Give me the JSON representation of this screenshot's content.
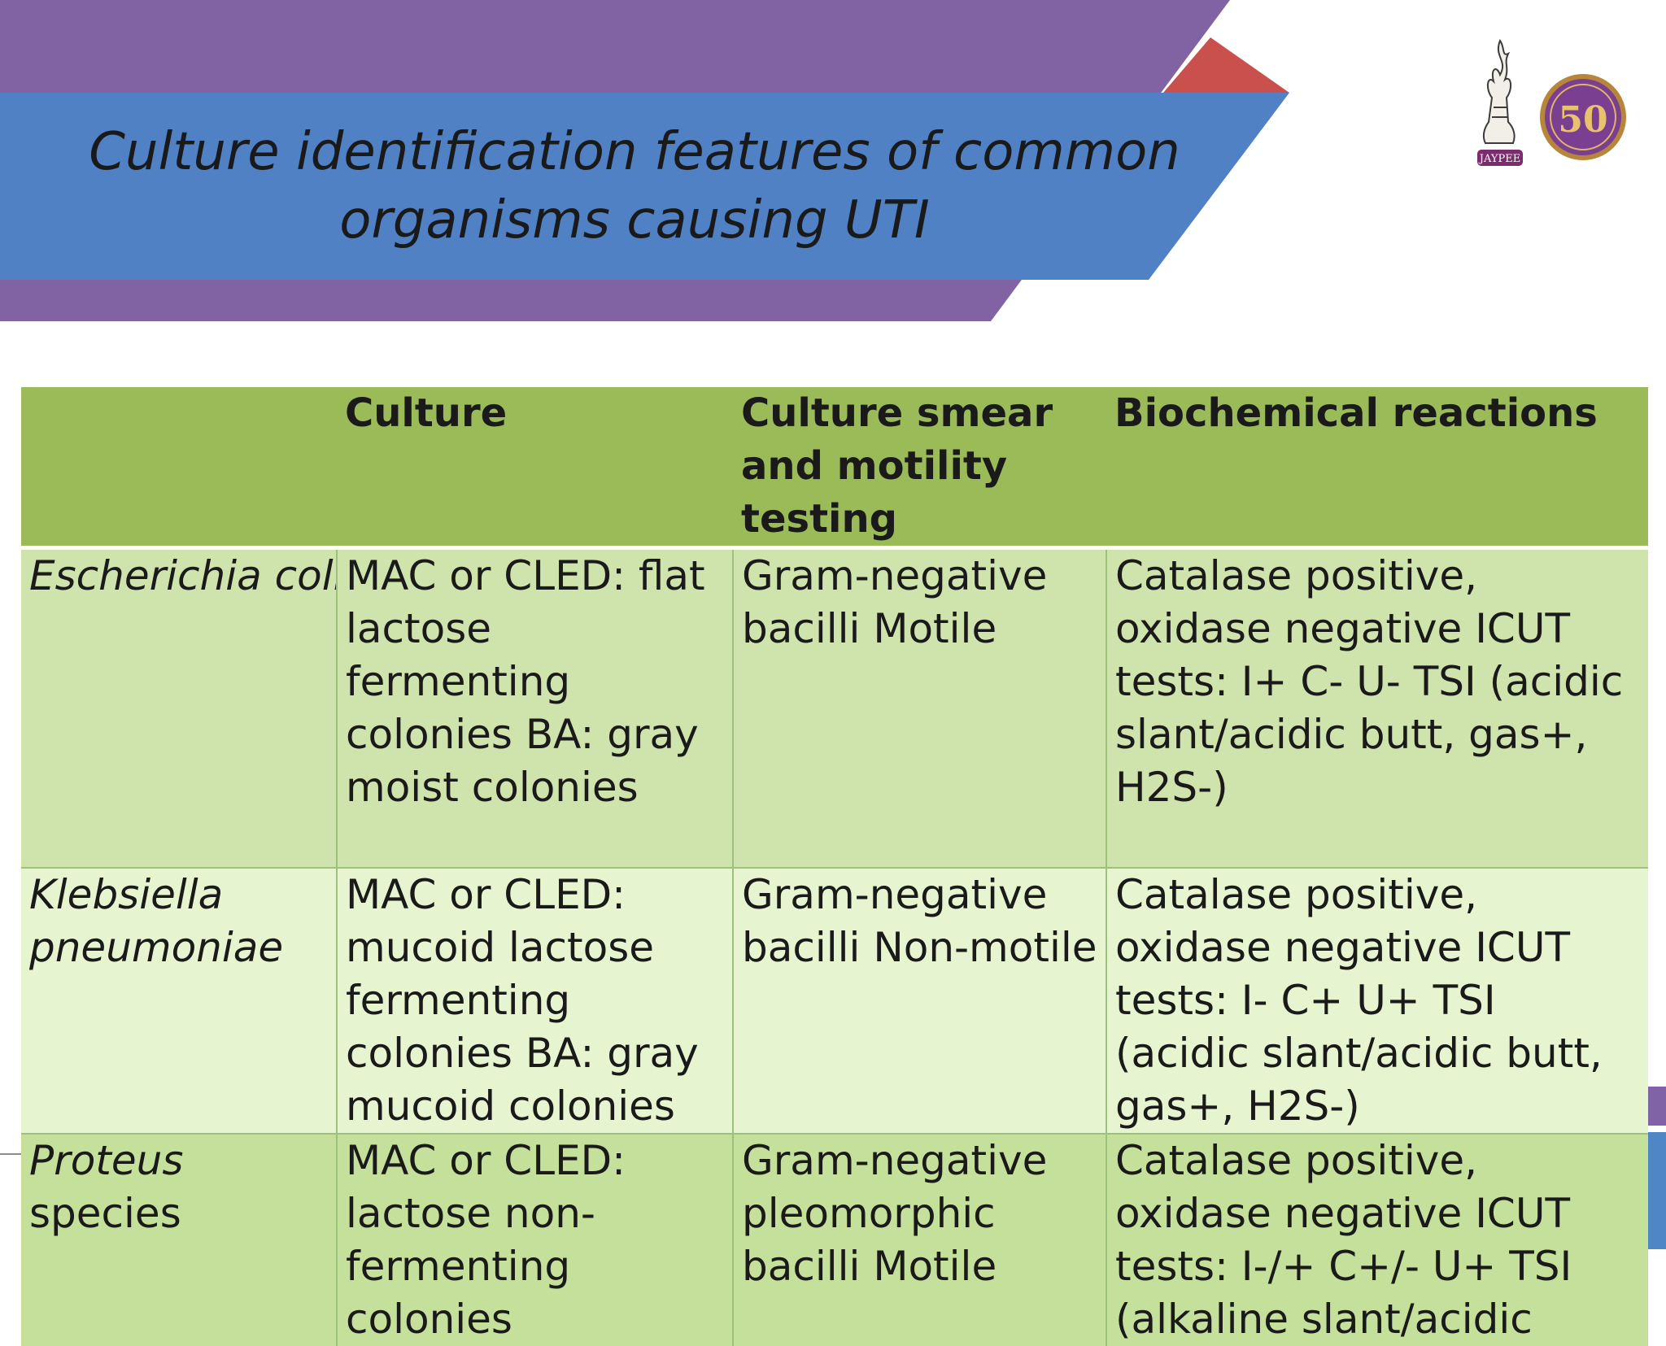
{
  "slide": {
    "title_line1": "Culture identification features of common",
    "title_line2": "organisms causing UTI",
    "logo_left_label": "JAYPEE",
    "logo_right_number": "50"
  },
  "colors": {
    "purple": "#8163a3",
    "blue": "#4f81c4",
    "red_triangle": "#c9504c",
    "header_green": "#9bbb59",
    "row_green_dark": "#cfe3ad",
    "row_green_light": "#e6f5cf"
  },
  "table": {
    "headers": [
      "",
      "Culture",
      "Culture smear and motility testing",
      "Biochemical reactions"
    ],
    "rows": [
      {
        "organism": "Escherichia coli",
        "culture": "MAC or CLED: flat lactose fermenting colonies BA: gray moist colonies",
        "smear": "Gram-negative bacilli Motile",
        "biochemical": "Catalase positive, oxidase  negative ICUT tests: I+ C- U- TSI (acidic slant/acidic butt, gas+, H2S-)"
      },
      {
        "organism": "Klebsiella pneumoniae",
        "culture": "MAC or CLED: mucoid lactose fermenting colonies BA: gray mucoid colonies",
        "smear": "Gram-negative bacilli Non-motile",
        "biochemical": "Catalase positive, oxidase negative ICUT tests: I- C+ U+ TSI (acidic slant/acidic butt, gas+, H2S-)"
      },
      {
        "organism_italic": "Proteus",
        "organism_plain": "species",
        "culture": "MAC or CLED: lactose non-fermenting colonies",
        "smear": "Gram-negative pleomorphic bacilli Motile",
        "biochemical": "Catalase positive, oxidase negative ICUT tests: I-/+ C+/- U+ TSI (alkaline slant/acidic"
      }
    ]
  }
}
